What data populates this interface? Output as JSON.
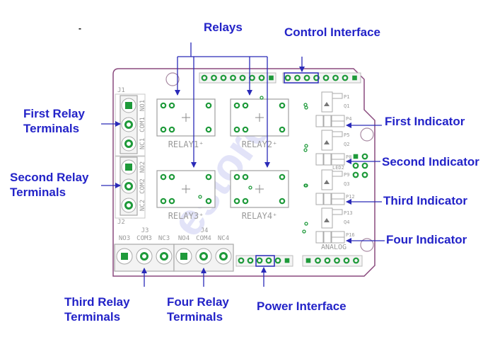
{
  "stray_mark": "-",
  "callouts": {
    "relays": "Relays",
    "control_interface": "Control Interface",
    "first_relay_terminals": [
      "First Relay",
      "Terminals"
    ],
    "second_relay_terminals": [
      "Second Relay",
      "Terminals"
    ],
    "first_indicator": "First Indicator",
    "second_indicator": "Second Indicator",
    "third_indicator": "Third Indicator",
    "four_indicator": "Four Indicator",
    "third_relay_terminals": [
      "Third Relay",
      "Terminals"
    ],
    "four_relay_terminals": [
      "Four Relay",
      "Terminals"
    ],
    "power_interface": "Power Interface"
  },
  "board": {
    "watermark": "estore",
    "relays": [
      "RELAY1",
      "RELAY2",
      "RELAY3",
      "RELAY4"
    ],
    "connectors": {
      "j1": {
        "name": "J1",
        "pins": [
          "NO1",
          "COM1",
          "NC1"
        ]
      },
      "j2": {
        "name": "J2",
        "pins": [
          "NO2",
          "COM2",
          "NC2"
        ]
      },
      "j3": {
        "name": "J3",
        "pins": [
          "NO3",
          "COM3",
          "NC3"
        ]
      },
      "j4": {
        "name": "J4",
        "pins": [
          "NO4",
          "COM4",
          "NC4"
        ]
      }
    },
    "led_label": "LED2",
    "analog_label": "ANALOG",
    "indicator_parts": [
      "P1",
      "Q1",
      "P4",
      "P5",
      "Q2",
      "P8",
      "P9",
      "Q3",
      "P12",
      "P13",
      "Q4",
      "P16"
    ]
  },
  "colors": {
    "callout_text": "#2323c8",
    "arrow": "#2a2ab8",
    "board_outline": "#8a4a7e",
    "pad": "#1e9a3a",
    "silkscreen": "#9a9a9a"
  }
}
